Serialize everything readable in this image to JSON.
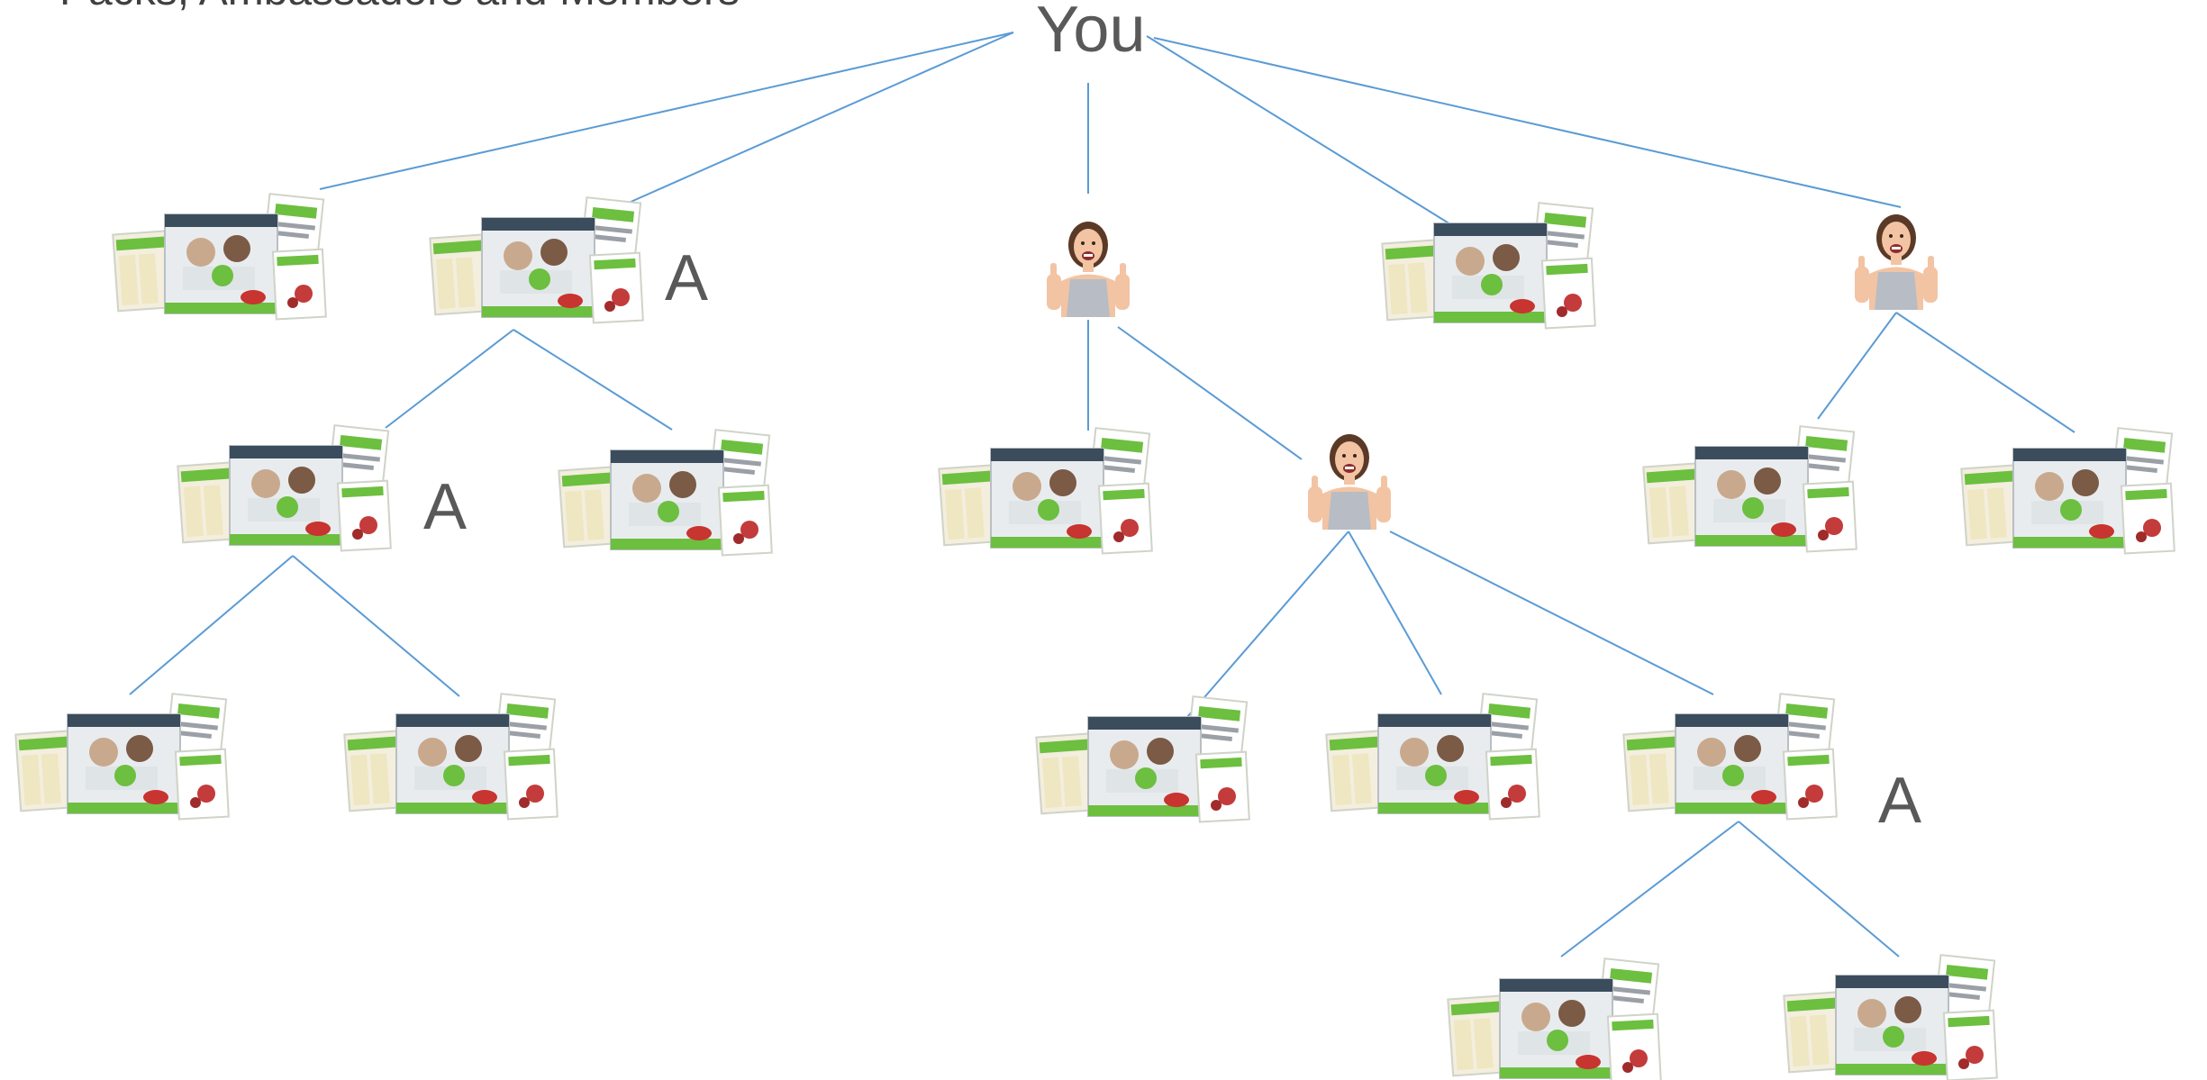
{
  "caption": "Packs, Ambassadors and Members",
  "root_label": "You",
  "ambassador_mark": "A",
  "colors": {
    "connector": "#5b9bd5",
    "label": "#595959",
    "pack_green": "#6cbf3f",
    "pack_cream": "#f3eedd",
    "skin": "#f2c4a3",
    "hair": "#5a3a26",
    "tank_top": "#b8bcc4"
  },
  "icons": {
    "pack": "nutrition-pack-icon",
    "person": "ambassador-person-icon"
  }
}
